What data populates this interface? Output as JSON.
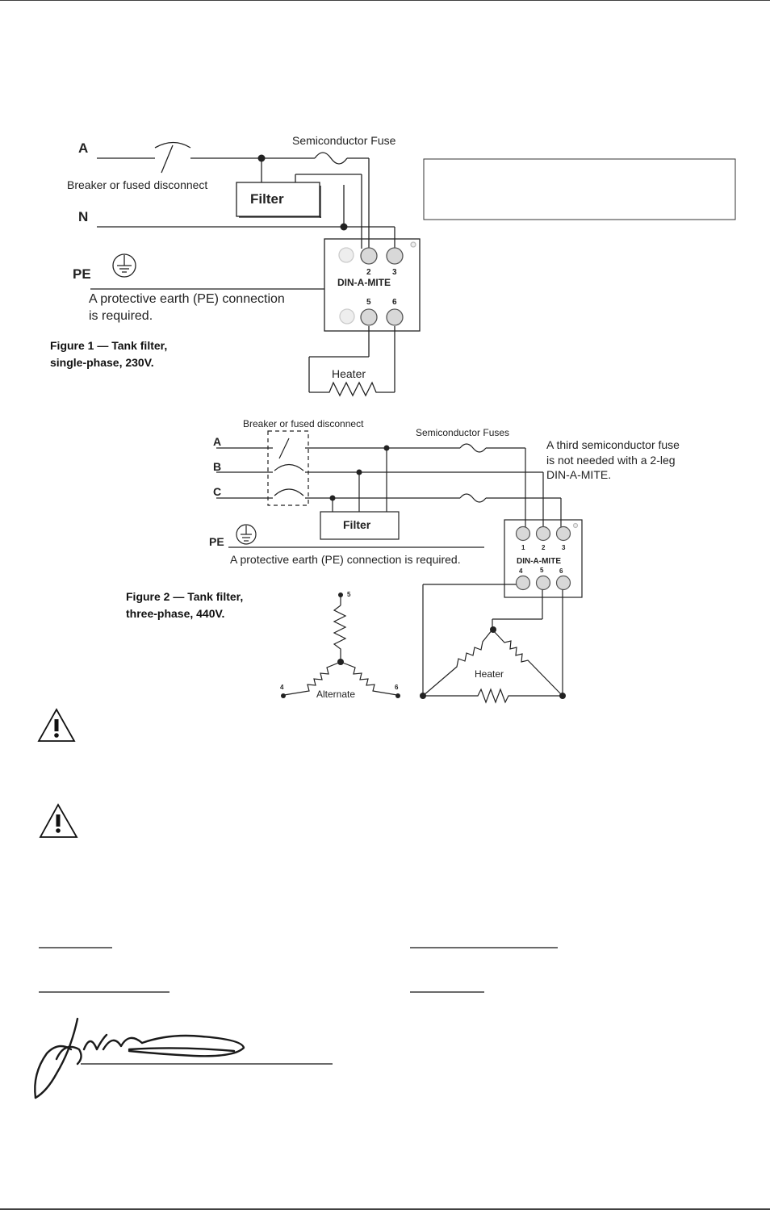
{
  "fig1": {
    "label_a": "A",
    "label_n": "N",
    "label_pe": "PE",
    "breaker": "Breaker or fused disconnect",
    "fuse": "Semiconductor Fuse",
    "filter": "Filter",
    "pe_note_line1": "A protective earth (PE) connection",
    "pe_note_line2": "is required.",
    "din_name": "DIN-A-MITE",
    "t2": "2",
    "t3": "3",
    "t5": "5",
    "t6": "6",
    "heater": "Heater",
    "caption_line1": "Figure 1 — Tank filter,",
    "caption_line2": "single-phase, 230V."
  },
  "fig2": {
    "breaker": "Breaker or fused disconnect",
    "fuses": "Semiconductor Fuses",
    "label_a": "A",
    "label_b": "B",
    "label_c": "C",
    "label_pe": "PE",
    "filter": "Filter",
    "pe_note": "A protective earth (PE) connection is required.",
    "note_line1": "A third semiconductor fuse",
    "note_line2": "is not needed with a 2-leg",
    "note_line3": "DIN-A-MITE.",
    "din_name": "DIN-A-MITE",
    "t1": "1",
    "t2": "2",
    "t3": "3",
    "t4": "4",
    "t5": "5",
    "t6": "6",
    "heater": "Heater",
    "alternate": "Alternate",
    "alt5": "5",
    "alt4": "4",
    "alt6": "6",
    "caption_line1": "Figure 2 — Tank filter,",
    "caption_line2": "three-phase, 440V."
  },
  "colors": {
    "line": "#222222",
    "terminal_fill": "#d8d8d8"
  }
}
